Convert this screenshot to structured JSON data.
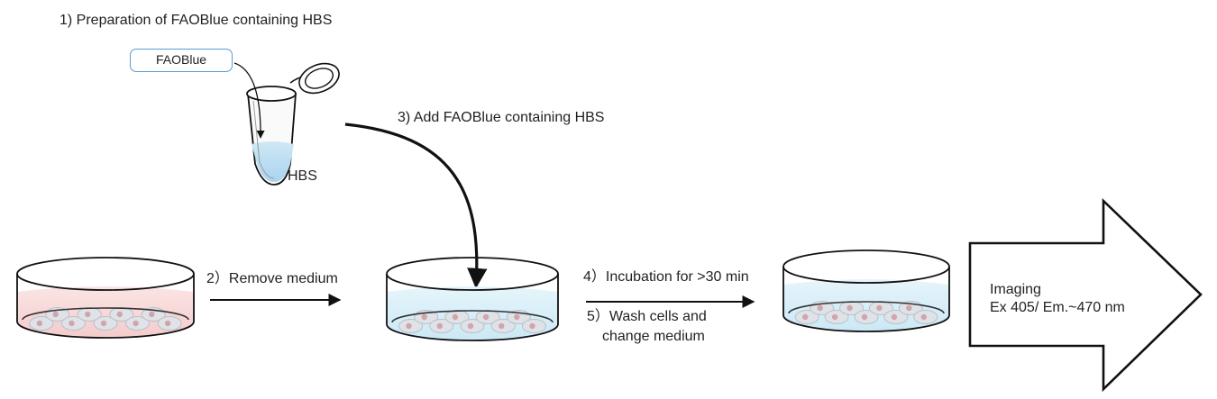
{
  "steps": {
    "step1": "1) Preparation of FAOBlue containing HBS",
    "step2": "2）Remove medium",
    "step3": "3) Add FAOBlue containing HBS",
    "step4": "4）Incubation for >30 min",
    "step5_line1": "5）Wash cells and",
    "step5_line2": "change medium"
  },
  "reagent": {
    "box_label": "FAOBlue",
    "tube_label": "HBS"
  },
  "imaging": {
    "line1": "Imaging",
    "line2": "Ex 405/ Em.~470 nm"
  },
  "colors": {
    "stroke": "#111111",
    "reagent_border": "#5b9bd5",
    "medium_pink": "#f7d2d2",
    "medium_blue": "#d2ecf7",
    "cell_fill": "#dfe3e8",
    "cell_nucleus": "#c98a92"
  }
}
